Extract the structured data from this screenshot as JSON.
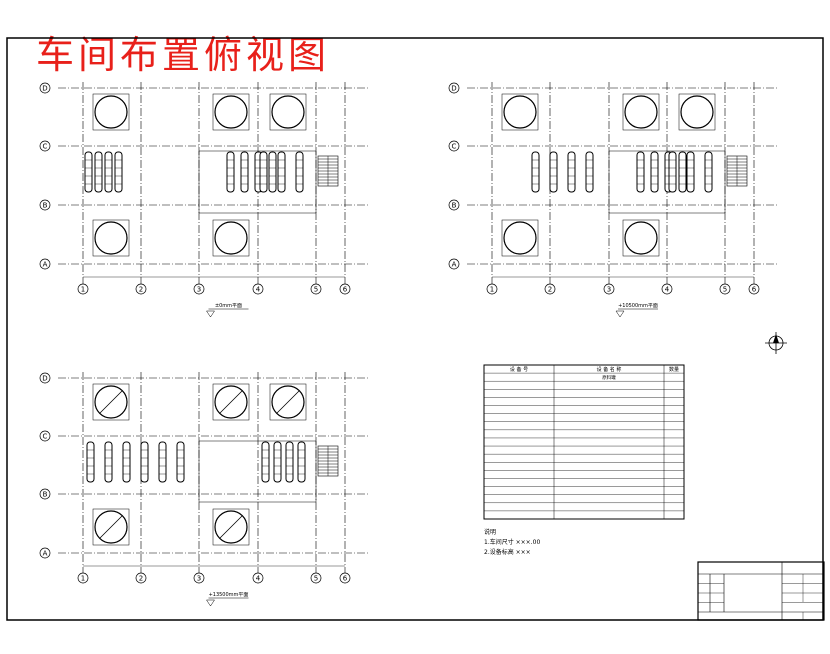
{
  "title": "车间布置俯视图",
  "row_labels": [
    "D",
    "C",
    "B",
    "A"
  ],
  "col_labels": [
    "1",
    "2",
    "3",
    "4",
    "5",
    "6"
  ],
  "views": [
    {
      "name": "plan-top-left",
      "caption": "±0mm平面"
    },
    {
      "name": "plan-top-right",
      "caption": "+10500mm平面"
    },
    {
      "name": "plan-bottom-left",
      "caption": "+13500mm平面"
    }
  ],
  "equipment_table": {
    "headers": [
      "设 备 号",
      "设 备 名 称",
      "数量"
    ],
    "rows": [
      [
        "",
        "原料罐",
        ""
      ],
      [
        "",
        "",
        ""
      ],
      [
        "",
        "",
        ""
      ],
      [
        "",
        "",
        ""
      ],
      [
        "",
        "",
        ""
      ],
      [
        "",
        "",
        ""
      ],
      [
        "",
        "",
        ""
      ],
      [
        "",
        "",
        ""
      ],
      [
        "",
        "",
        ""
      ],
      [
        "",
        "",
        ""
      ],
      [
        "",
        "",
        ""
      ],
      [
        "",
        "",
        ""
      ],
      [
        "",
        "",
        ""
      ],
      [
        "",
        "",
        ""
      ],
      [
        "",
        "",
        ""
      ],
      [
        "",
        "",
        ""
      ],
      [
        "",
        "",
        ""
      ],
      [
        "",
        "",
        ""
      ]
    ]
  },
  "notes": {
    "heading": "说明",
    "lines": [
      "1.车间尺寸 ×××.00",
      "2.设备标高 ×××"
    ]
  },
  "title_block": {
    "drawing_no": "",
    "scale": "",
    "sheet": ""
  }
}
